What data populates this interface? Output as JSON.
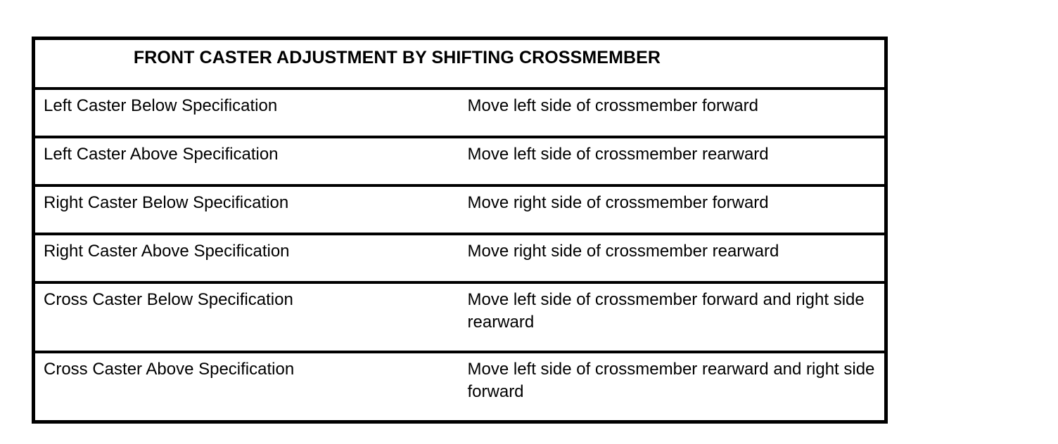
{
  "document": {
    "background_color": "#ffffff",
    "border_color": "#000000",
    "text_color": "#000000"
  },
  "table": {
    "title": "FRONT CASTER ADJUSTMENT BY SHIFTING CROSSMEMBER",
    "rows": [
      {
        "condition": "Left Caster Below Specification",
        "action": "Move left side of crossmember forward"
      },
      {
        "condition": "Left Caster Above Specification",
        "action": "Move left side of crossmember rearward"
      },
      {
        "condition": "Right Caster Below Specification",
        "action": "Move right side of crossmember forward"
      },
      {
        "condition": "Right Caster Above Specification",
        "action": "Move right side of crossmember rearward"
      },
      {
        "condition": "Cross Caster Below Specification",
        "action": "Move left side of crossmember forward and right side rearward"
      },
      {
        "condition": "Cross Caster Above Specification",
        "action": "Move left side of crossmember rearward and right side forward"
      }
    ]
  }
}
